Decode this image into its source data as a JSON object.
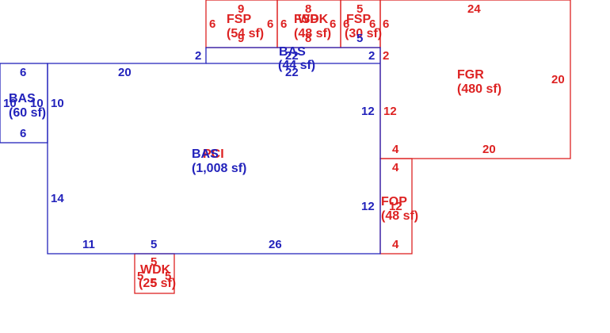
{
  "colors": {
    "blue": "#2222bb",
    "red": "#dd2222"
  },
  "areas": {
    "bas_main": {
      "code": "BAS",
      "overlay_code": "PCI",
      "area": "(1,008 sf)"
    },
    "bas_left": {
      "code": "BAS",
      "area": "(60 sf)"
    },
    "bas_top": {
      "code": "BAS",
      "area": "(44 sf)"
    },
    "fsp_left": {
      "code": "FSP",
      "area": "(54 sf)"
    },
    "wdk_top": {
      "code": "WDK",
      "overlay_code": "FSP",
      "area": "(48 sf)"
    },
    "fsp_right": {
      "code": "FSP",
      "area": "(30 sf)"
    },
    "fgr": {
      "code": "FGR",
      "area": "(480 sf)"
    },
    "fop": {
      "code": "FOP",
      "area": "(48 sf)"
    },
    "wdk_bottom": {
      "code": "WDK",
      "area": "(25 sf)"
    }
  },
  "dims": {
    "main_top": "20",
    "main_left": "14",
    "main_left_upper": "10",
    "main_right_upper": "12",
    "main_right_lower": "12",
    "main_bottom_a": "11",
    "main_bottom_b": "5",
    "main_bottom_c": "26",
    "main_step_left": "2",
    "main_step_right": "2",
    "left_top": "6",
    "left_bottom": "6",
    "left_side_a": "10",
    "left_side_b": "10",
    "bas_top_w": "22",
    "bas_top_w2": "22",
    "bas_top_h": "2",
    "fsp_left_top": "9",
    "fsp_left_bottom": "9",
    "fsp_left_l": "6",
    "fsp_left_r": "6",
    "wdk_top_top": "8",
    "wdk_top_bottom": "8",
    "wdk_top_l": "6",
    "wdk_top_r": "6",
    "fsp_right_top": "5",
    "fsp_right_bottom": "5",
    "fsp_right_l": "6",
    "fsp_right_r": "6",
    "fgr_top": "24",
    "fgr_right": "20",
    "fgr_left": "12",
    "fgr_bottom": "20",
    "fgr_step": "2",
    "fgr_step_b": "4",
    "fop_top": "4",
    "fop_bottom": "4",
    "fop_side": "12",
    "fop_side2": "12",
    "wdk_b_top": "5",
    "wdk_b_bottom": "5",
    "wdk_b_l": "5",
    "wdk_b_r": "5"
  }
}
